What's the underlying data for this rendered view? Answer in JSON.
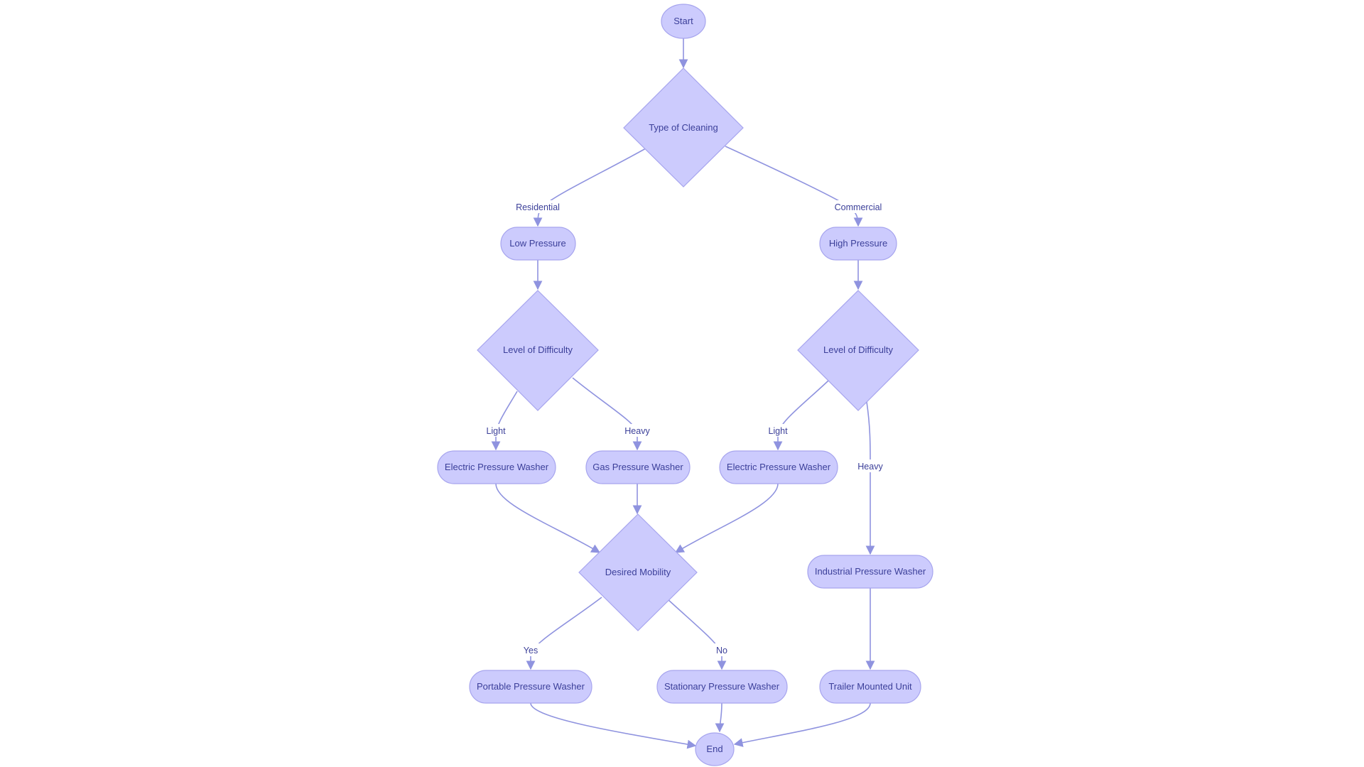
{
  "nodes": {
    "start": "Start",
    "type_of_cleaning": "Type of Cleaning",
    "low_pressure": "Low Pressure",
    "high_pressure": "High Pressure",
    "difficulty_left": "Level of Difficulty",
    "difficulty_right": "Level of Difficulty",
    "electric_left": "Electric Pressure Washer",
    "gas": "Gas Pressure Washer",
    "electric_right": "Electric Pressure Washer",
    "desired_mobility": "Desired Mobility",
    "industrial": "Industrial Pressure Washer",
    "portable": "Portable Pressure Washer",
    "stationary": "Stationary Pressure Washer",
    "trailer": "Trailer Mounted Unit",
    "end": "End"
  },
  "edge_labels": {
    "residential": "Residential",
    "commercial": "Commercial",
    "light_left": "Light",
    "heavy_left": "Heavy",
    "light_right": "Light",
    "heavy_right": "Heavy",
    "yes": "Yes",
    "no": "No"
  },
  "colors": {
    "node_fill": "#cccbfd",
    "node_stroke": "#a7a5ee",
    "edge": "#8f93df",
    "text": "#3b3f99"
  }
}
